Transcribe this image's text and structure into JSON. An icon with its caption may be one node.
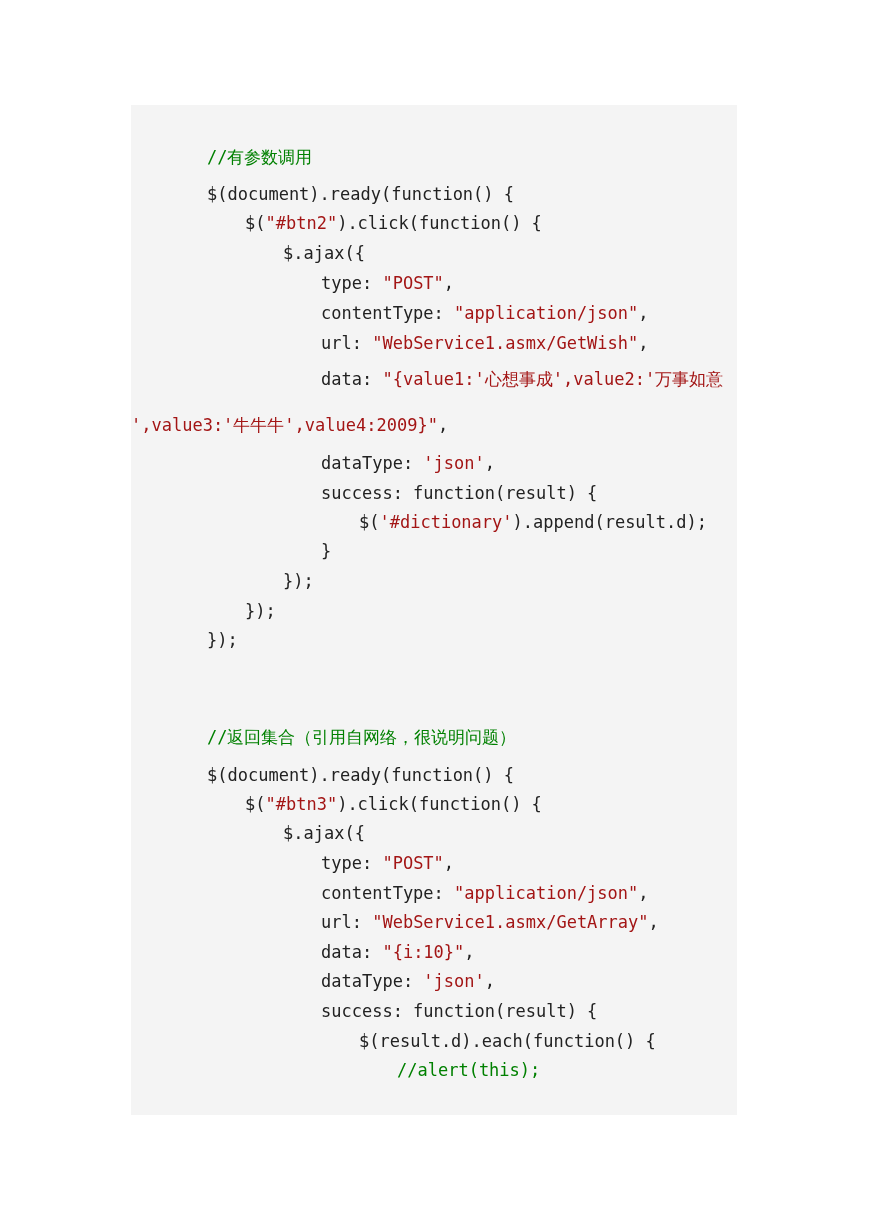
{
  "diagram": {
    "labels": [
      "//有参数调用",
      "$(document).ready(function() {",
      "$(\"#btn2\").click(function() {",
      "$.ajax({",
      "type: \"POST\",",
      "contentType: \"application/json\",",
      "url: \"WebService1.asmx/GetWish\",",
      "data: \"{value1:'心想事成',value2:'万事如意',value3:'牛牛牛',value4:2009}\",",
      "dataType: 'json',",
      "success: function(result) {",
      "$('#dictionary').append(result.d);",
      "}",
      "});",
      "});",
      "});",
      "//返回集合（引用自网络，很说明问题）",
      "$(document).ready(function() {",
      "$(\"#btn3\").click(function() {",
      "$.ajax({",
      "type: \"POST\",",
      "contentType: \"application/json\",",
      "url: \"WebService1.asmx/GetArray\",",
      "data: \"{i:10}\",",
      "dataType: 'json',",
      "success: function(result) {",
      "$(result.d).each(function() {",
      "//alert(this);"
    ]
  }
}
